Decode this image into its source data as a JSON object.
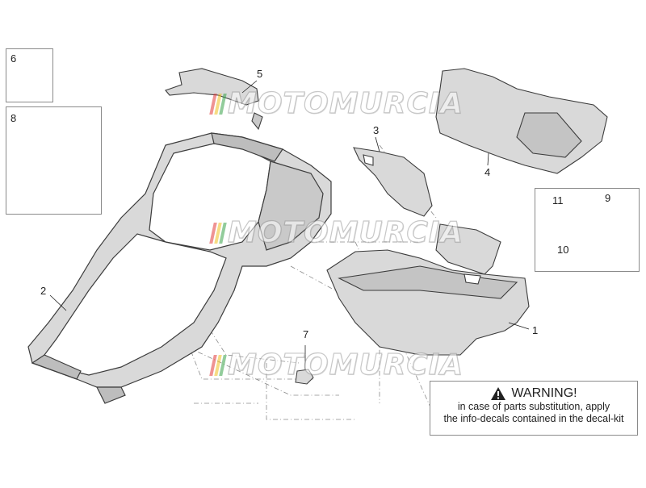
{
  "callouts": {
    "c1": "1",
    "c2": "2",
    "c3": "3",
    "c4": "4",
    "c5": "5",
    "c6": "6",
    "c7": "7",
    "c8": "8",
    "c9": "9",
    "c10": "10",
    "c11": "11"
  },
  "watermark": {
    "text": "MOTOMURCIA",
    "stripe_colors": [
      "#e23b3b",
      "#f0c020",
      "#3aa34a"
    ]
  },
  "warning": {
    "icon": "warning-triangle-icon",
    "title": "WARNING!",
    "line1": "in case of parts substitution, apply",
    "line2": "the info-decals contained in the decal-kit"
  },
  "colors": {
    "part_fill": "#d9d9d9",
    "part_shade": "#bdbdbd",
    "outline": "#3c3c3c"
  }
}
